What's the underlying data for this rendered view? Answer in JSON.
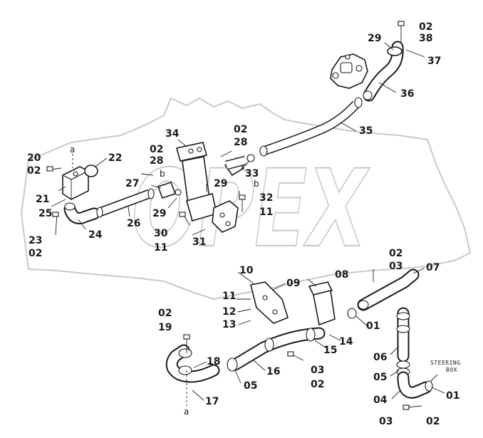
{
  "watermark": {
    "text": "OPEX"
  },
  "callouts": {
    "c02_38a": "02",
    "c38": "38",
    "c29_top": "29",
    "c37": "37",
    "c36": "36",
    "c35": "35",
    "c02_28a": "02",
    "c28a": "28",
    "c33": "33",
    "c34": "34",
    "c22": "22",
    "c20": "20",
    "c02_20": "02",
    "c02_28b": "02",
    "c28b": "28",
    "c27": "27",
    "c29_mid": "29",
    "c29_low": "29",
    "c21": "21",
    "c25": "25",
    "c26": "26",
    "c24": "24",
    "c23": "23",
    "c02_23": "02",
    "c30": "30",
    "c11_30": "11",
    "c31": "31",
    "c32": "32",
    "c11_32": "11",
    "c02_03": "02",
    "c03_top": "03",
    "c07": "07",
    "c10": "10",
    "c08": "08",
    "c09": "09",
    "c11_mid": "11",
    "c12": "12",
    "c13": "13",
    "c01_mid": "01",
    "c14": "14",
    "c15": "15",
    "c02_19": "02",
    "c19": "19",
    "c18": "18",
    "c16": "16",
    "c05_low": "05",
    "c03_mid": "03",
    "c02_mid": "02",
    "c17": "17",
    "c06": "06",
    "c05_right": "05",
    "c04": "04",
    "c01_right": "01",
    "c03_bottom": "03",
    "c02_bottom": "02"
  },
  "letters": {
    "a_top": "a",
    "b_left": "b",
    "b_right": "b",
    "a_bottom": "a"
  },
  "note": {
    "line1": "STEERING",
    "line2": "BOX"
  }
}
